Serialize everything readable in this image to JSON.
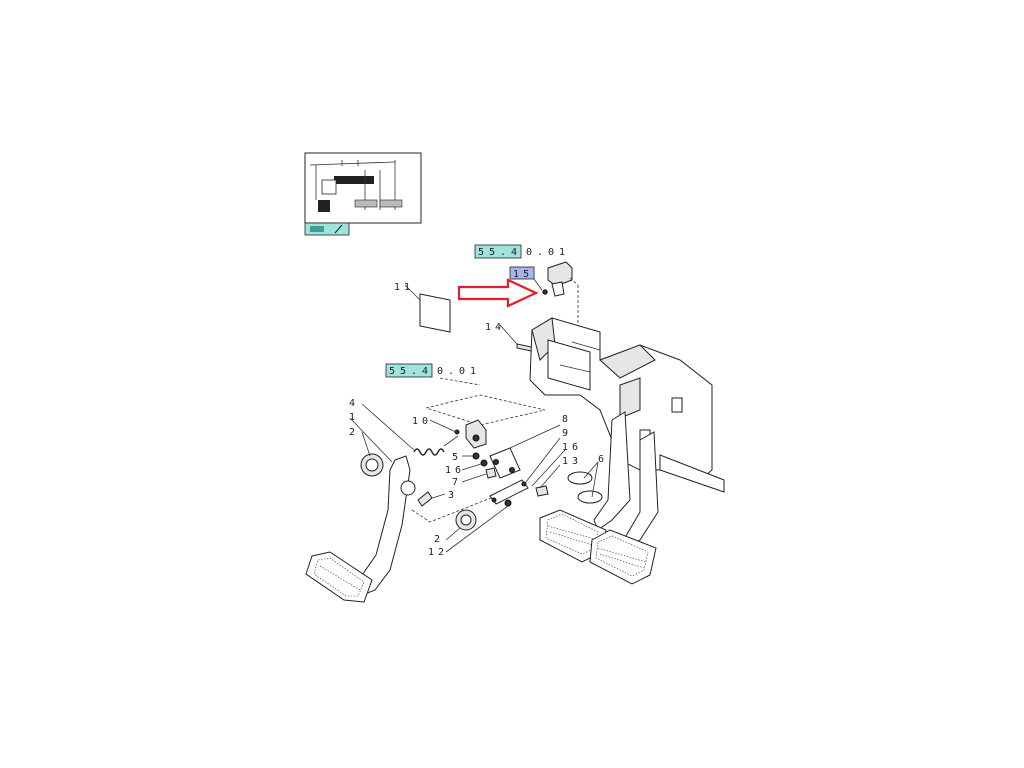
{
  "thumbnail": {
    "alt": "pedal location overview"
  },
  "reference_boxes": [
    {
      "id": "ref-top",
      "prefix": "55.4",
      "suffix": "0.01"
    },
    {
      "id": "ref-mid",
      "prefix": "55.4",
      "suffix": "0.01"
    }
  ],
  "highlight_part": "15",
  "callouts": {
    "c1": "1",
    "c2a": "2",
    "c2b": "2",
    "c3": "3",
    "c4": "4",
    "c5": "5",
    "c6": "6",
    "c7": "7",
    "c8": "8",
    "c9": "9",
    "c10": "10",
    "c11": "11",
    "c12": "12",
    "c13": "13",
    "c14": "14",
    "c16a": "16",
    "c16b": "16"
  },
  "colors": {
    "ref_box_fill": "#9fe3dc",
    "highlight_fill": "#aab4e8",
    "arrow": "#e0202a",
    "thumb_bar": "#3a9f96"
  }
}
